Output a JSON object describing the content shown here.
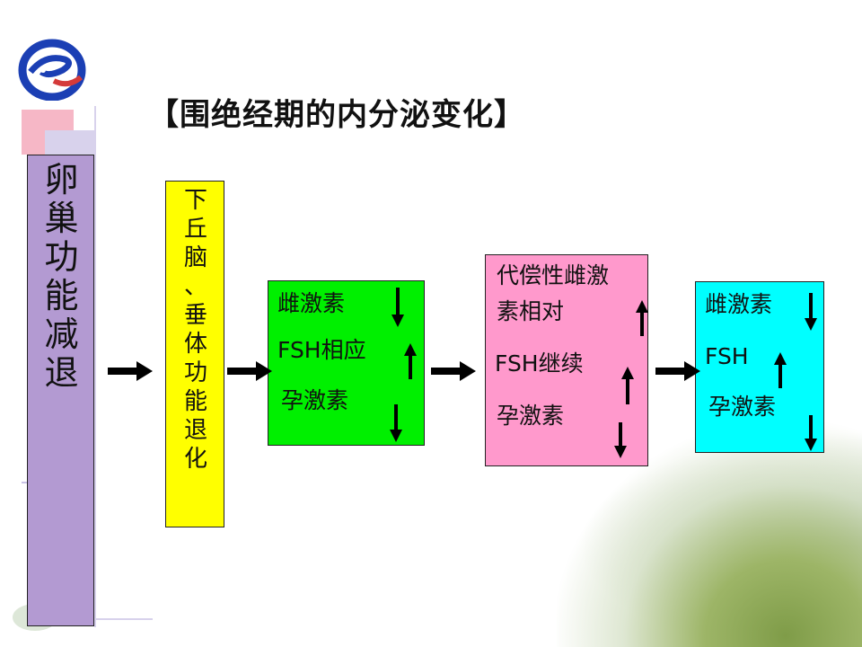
{
  "title": "【围绝经期的内分泌变化】",
  "ovary_box": {
    "chars": [
      "卵",
      "巢",
      "功",
      "能",
      "减",
      "退"
    ]
  },
  "hypothalamus_box": {
    "chars": [
      "下",
      "丘",
      "脑",
      "、",
      "垂",
      "体",
      "功",
      "能",
      "退",
      "化"
    ]
  },
  "stage1": {
    "estrogen": "雌激素",
    "estrogen_trend": "down",
    "fsh": "FSH相应",
    "fsh_trend": "up",
    "progesterone": "孕激素",
    "progesterone_trend": "down"
  },
  "stage2": {
    "estrogen_line1": "代偿性雌激",
    "estrogen_line2": "素相对",
    "estrogen_trend": "up",
    "fsh": "FSH继续",
    "fsh_trend": "up",
    "progesterone": "孕激素",
    "progesterone_trend": "down"
  },
  "stage3": {
    "estrogen": "雌激素",
    "estrogen_trend": "down",
    "fsh": "FSH",
    "fsh_trend": "up",
    "progesterone": "孕激素",
    "progesterone_trend": "down"
  },
  "colors": {
    "ovary": "#b39ad2",
    "hypothalamus": "#ffff00",
    "stage1": "#00f000",
    "stage2": "#ff99cc",
    "stage3": "#00ffff"
  },
  "icons": [
    "logo-e-icon",
    "flow-arrow-icon",
    "trend-up-arrow-icon",
    "trend-down-arrow-icon"
  ]
}
